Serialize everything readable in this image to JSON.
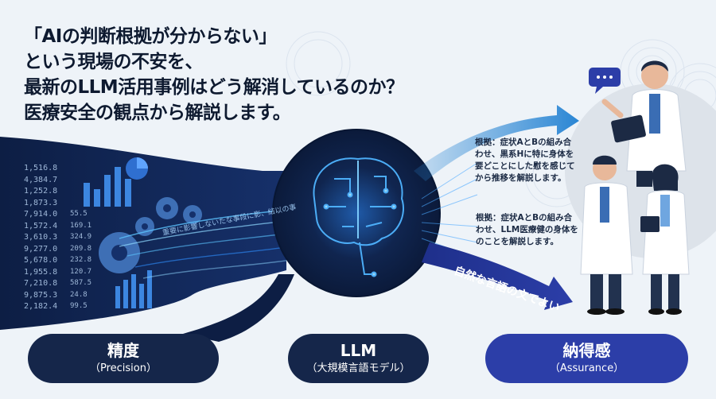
{
  "headline": {
    "line1": "「AIの判断根拠が分からない」",
    "line2": "という現場の不安を、",
    "line3": "最新のLLM活用事例はどう解消しているのか？",
    "line4": "医療安全の観点から解説します。"
  },
  "callouts": {
    "top": [
      "根拠：症状AとBの組み合",
      "わせ、黒系Hに特に身体を",
      "要どことにした慰を感じて",
      "から推移を解説します。"
    ],
    "bottom": [
      "根拠：症状AとBの組み合",
      "わせ、LLM医療健の身体を",
      "のことを解説します。"
    ]
  },
  "flow_text": "重要に影響しないたな事段に影、結以の事",
  "banner_text": "自然な言語の文でよい",
  "ticker_numbers": [
    "1,516.8",
    "4,384.7",
    "1,252.8",
    "1,873.3",
    "7,914.0",
    "1,572.4",
    "3,610.3",
    "9,277.0",
    "5,678.0",
    "1,955.8",
    "7,210.8",
    "9,875.3",
    "2,182.4"
  ],
  "ticker_numbers_2": [
    "55.5",
    "169.1",
    "324.9",
    "209.8",
    "232.8",
    "120.7",
    "587.5",
    "24.8",
    "99.5"
  ],
  "pills": [
    {
      "title": "精度",
      "subtitle": "（Precision）"
    },
    {
      "title": "LLM",
      "subtitle": "（大規模言語モデル）"
    },
    {
      "title": "納得感",
      "subtitle": "（Assurance）"
    }
  ],
  "colors": {
    "dark_navy": "#15264a",
    "brain_blue": "#2f8fff",
    "accent_blue": "#2c3ea8",
    "arrow_cyan": "#2a86d4",
    "background": "#eef3f8"
  },
  "icons": [
    "brain-circuit-icon",
    "gear-icon",
    "bar-chart-icon",
    "pie-chart-icon",
    "chat-bubble-icon",
    "doctor-illustration"
  ]
}
